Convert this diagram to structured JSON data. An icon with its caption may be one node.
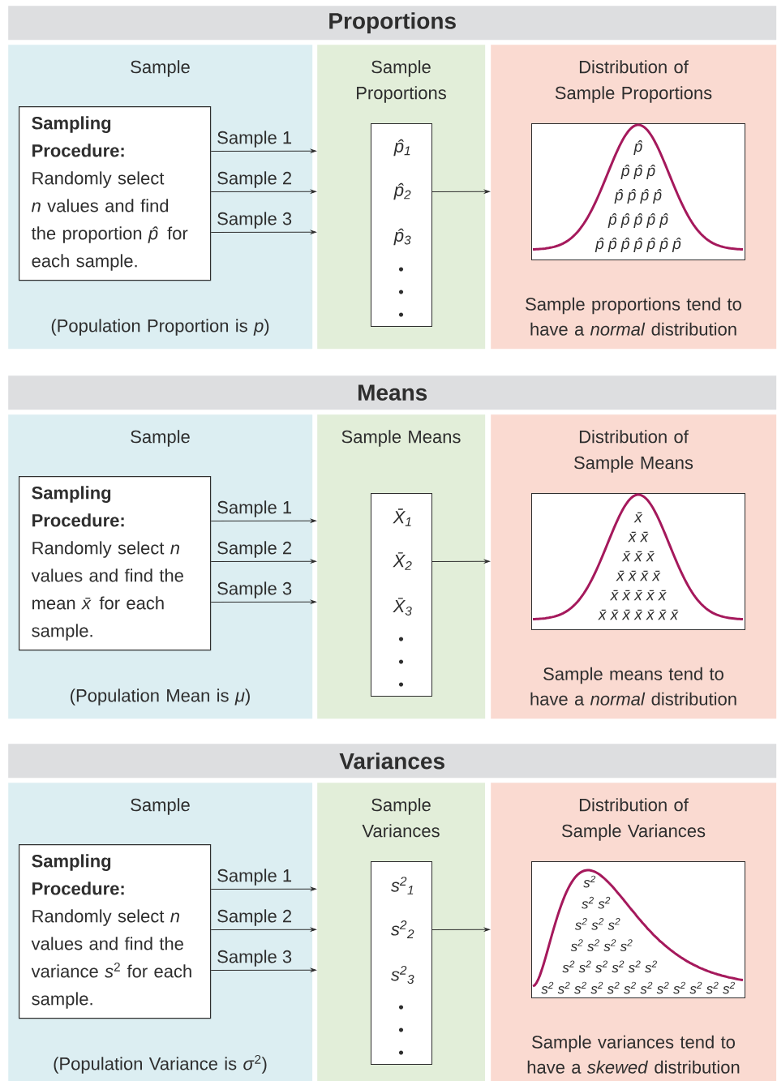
{
  "diagram": {
    "nodes": [
      {
        "text": [
          "Proportions"
        ]
      },
      {
        "text": [
          "Sample",
          "(Population Proportion is *p*)"
        ]
      },
      {
        "text": [
          "Sampling Procedure:",
          "Randomly select *n* values and find the proportion *p̂* for each sample."
        ],
        "in": 1
      },
      {
        "text": [
          "Sample Proportions"
        ]
      },
      {
        "text": [
          "p̂$_{1}$",
          "p̂$_{2}$",
          "p̂$_{3}$"
        ],
        "in": 3
      },
      {
        "text": [
          "Distribution of Sample Proportions",
          "Sample proportions tend to have a *normal* distribution"
        ]
      },
      {
        "text": [
          "p̂",
          "p̂ p̂ p̂",
          "p̂ p̂ p̂ p̂",
          "p̂ p̂ p̂ p̂ p̂",
          "p̂ p̂ p̂ p̂ p̂ p̂ p̂"
        ],
        "in": 5
      },
      {
        "text": [
          "Means"
        ]
      },
      {
        "text": [
          "Sample",
          "(Population Mean is *μ*)"
        ]
      },
      {
        "text": [
          "Sampling Procedure:",
          "Randomly select *n* values and find the mean *x̄* for each sample."
        ],
        "in": 8
      },
      {
        "text": [
          "Sample Means"
        ]
      },
      {
        "text": [
          "X̄$_{1}$",
          "X̄$_{2}$",
          "X̄$_{3}$"
        ],
        "in": 10
      },
      {
        "text": [
          "Distribution of Sample Means",
          "Sample means tend to have a *normal* distribution"
        ]
      },
      {
        "text": [
          "x̄",
          "x̄ x̄",
          "x̄ x̄ x̄",
          "x̄ x̄ x̄ x̄",
          "x̄ x̄ x̄ x̄ x̄",
          "x̄ x̄ x̄ x̄ x̄ x̄ x̄"
        ],
        "in": 12
      },
      {
        "text": [
          "Variances"
        ]
      },
      {
        "text": [
          "Sample",
          "(Population Variance is *σ*$^{2}$)"
        ]
      },
      {
        "text": [
          "Sampling Procedure:",
          "Randomly select *n* values and find the variance *s*$^{2}$ for each sample."
        ],
        "in": 15
      },
      {
        "text": [
          "Sample Variances"
        ]
      },
      {
        "text": [
          "s$^{2}$$_{1}$",
          "s$^{2}$$_{2}$",
          "s$^{2}$$_{3}$"
        ],
        "in": 17
      },
      {
        "text": [
          "Distribution of Sample Variances",
          "Sample variances tend to have a *skewed* distribution"
        ]
      },
      {
        "text": [
          "s$^{2}$",
          "s$^{2}$ s$^{2}$",
          "s$^{2}$ s$^{2}$ s$^{2}$",
          "s$^{2}$ s$^{2}$ s$^{2}$ s$^{2}$",
          "s$^{2}$ s$^{2}$ s$^{2}$ s$^{2}$ s$^{2}$ s$^{2}$",
          "s$^{2}$ s$^{2}$ s$^{2}$ s$^{2}$ s$^{2}$ s$^{2}$ s$^{2}$ s$^{2}$ s$^{2}$ s$^{2}$ s$^{2}$ s$^{2}$"
        ],
        "in": 19
      }
    ],
    "edges": [
      {
        "from": 2,
        "to": 3,
        "arrow": "to",
        "label": "Sample 1"
      },
      {
        "from": 2,
        "to": 3,
        "arrow": "to",
        "label": "Sample 2"
      },
      {
        "from": 2,
        "to": 3,
        "arrow": "to",
        "label": "Sample 3"
      },
      {
        "from": 4,
        "to": 5,
        "arrow": "to"
      },
      {
        "from": 9,
        "to": 10,
        "arrow": "to",
        "label": "Sample 1"
      },
      {
        "from": 9,
        "to": 10,
        "arrow": "to",
        "label": "Sample 2"
      },
      {
        "from": 9,
        "to": 10,
        "arrow": "to",
        "label": "Sample 3"
      },
      {
        "from": 11,
        "to": 12,
        "arrow": "to"
      },
      {
        "from": 16,
        "to": 17,
        "arrow": "to",
        "label": "Sample 1"
      },
      {
        "from": 16,
        "to": 17,
        "arrow": "to",
        "label": "Sample 2"
      },
      {
        "from": 16,
        "to": 17,
        "arrow": "to",
        "label": "Sample 3"
      },
      {
        "from": 18,
        "to": 19,
        "arrow": "to"
      }
    ]
  }
}
